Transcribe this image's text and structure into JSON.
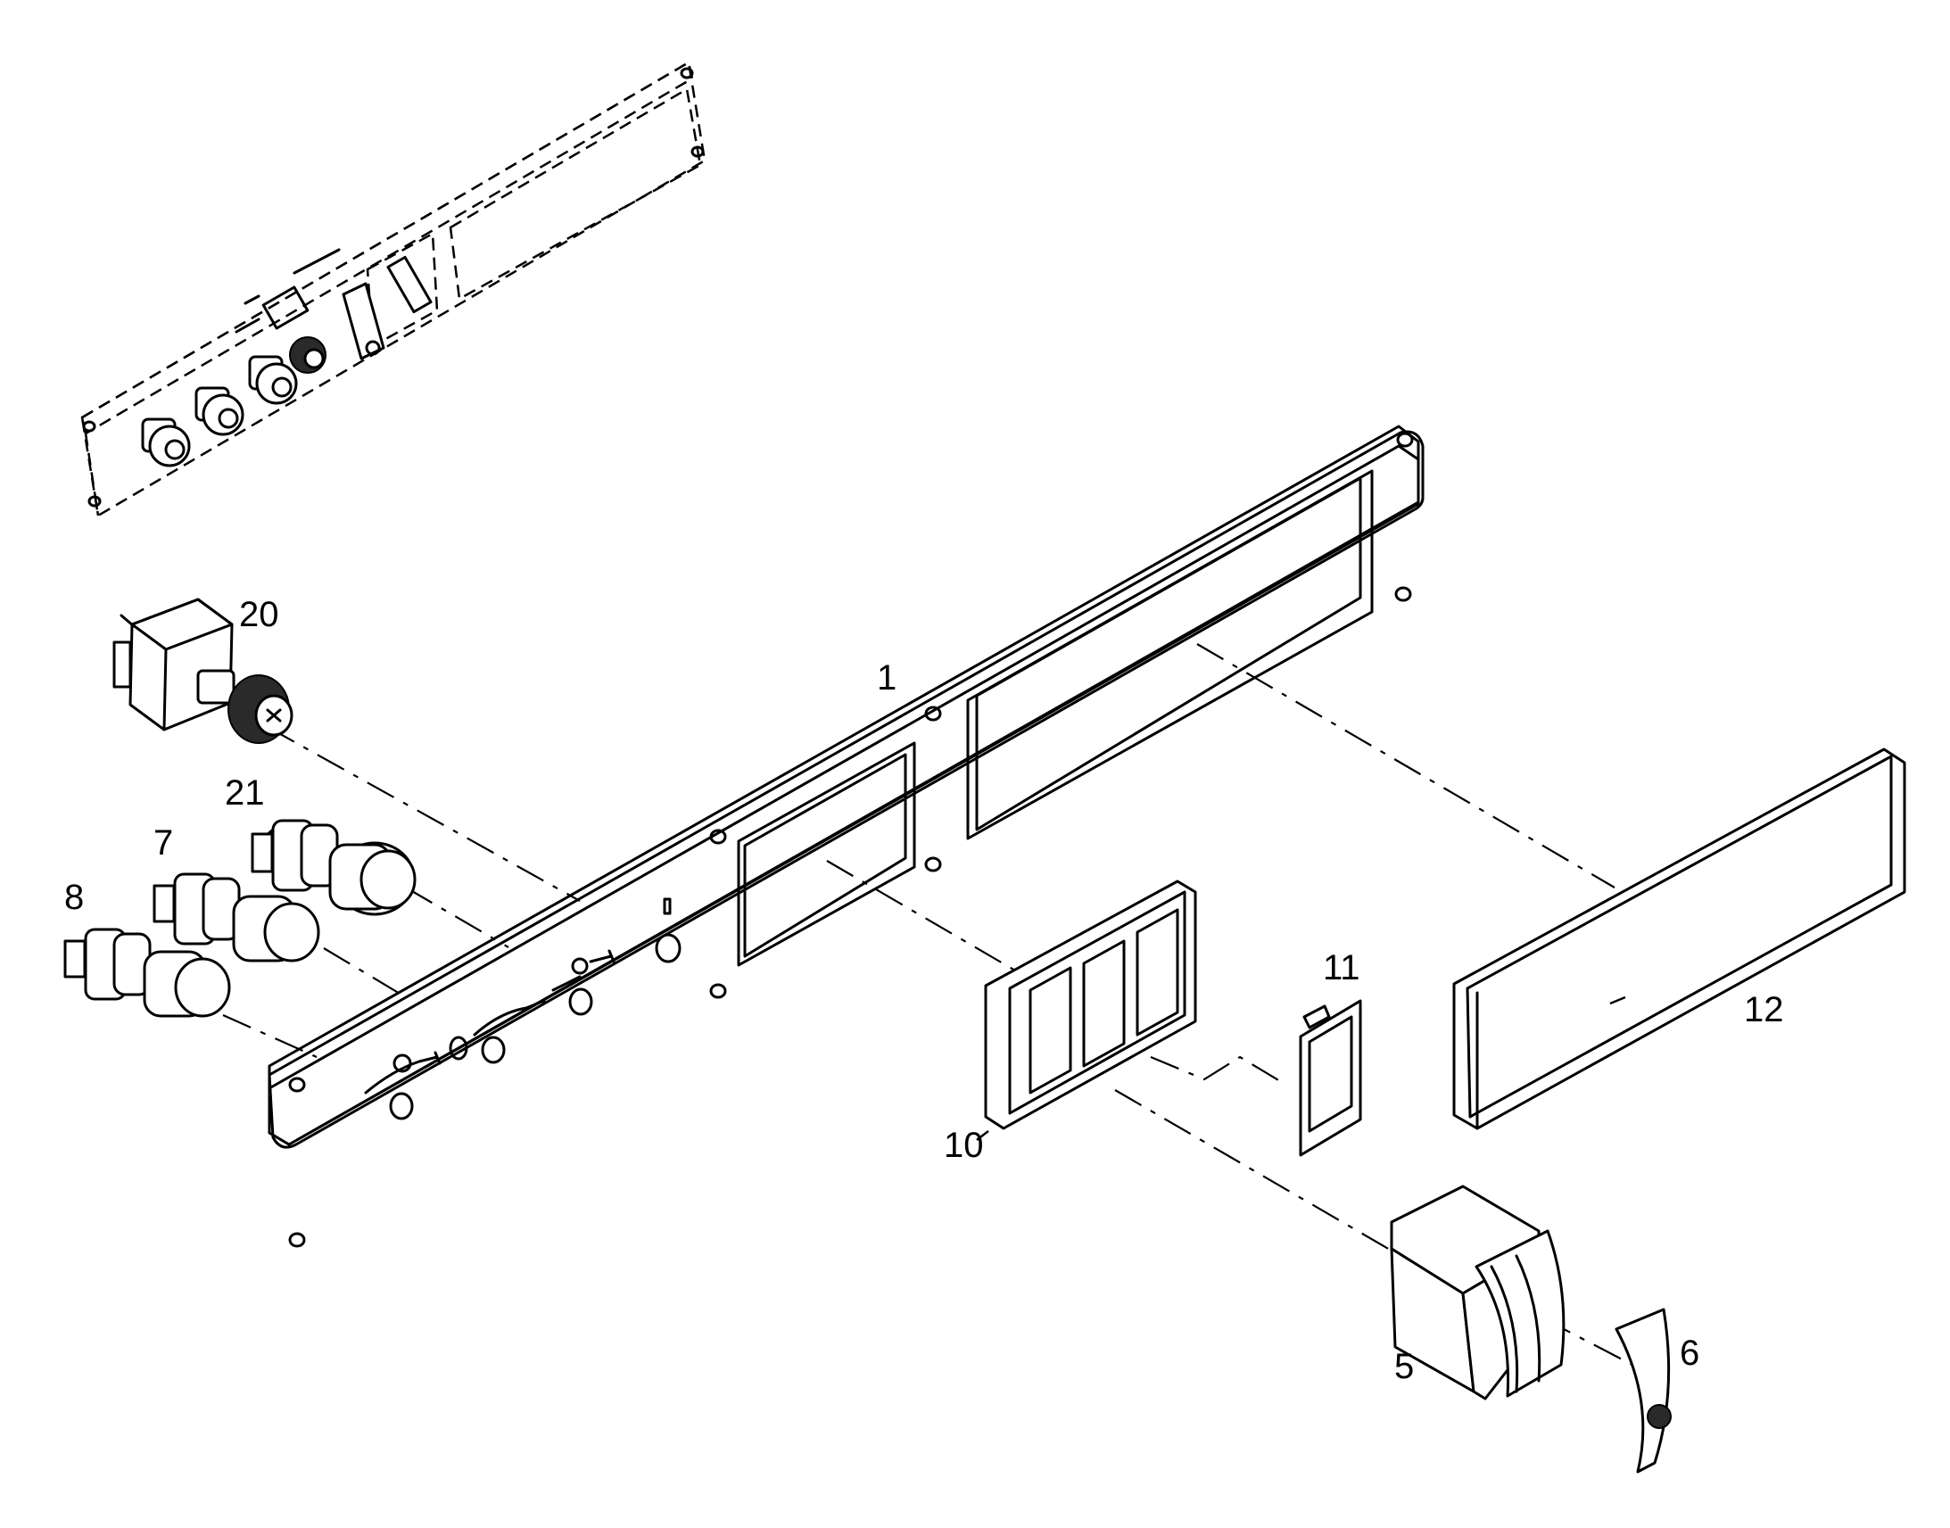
{
  "diagram": {
    "type": "exploded-parts-view",
    "callouts": [
      {
        "id": "part-1",
        "label": "1"
      },
      {
        "id": "part-5",
        "label": "5"
      },
      {
        "id": "part-6",
        "label": "6"
      },
      {
        "id": "part-7",
        "label": "7"
      },
      {
        "id": "part-8",
        "label": "8"
      },
      {
        "id": "part-10",
        "label": "10"
      },
      {
        "id": "part-11",
        "label": "11"
      },
      {
        "id": "part-12",
        "label": "12"
      },
      {
        "id": "part-20",
        "label": "20"
      },
      {
        "id": "part-21",
        "label": "21"
      }
    ]
  }
}
